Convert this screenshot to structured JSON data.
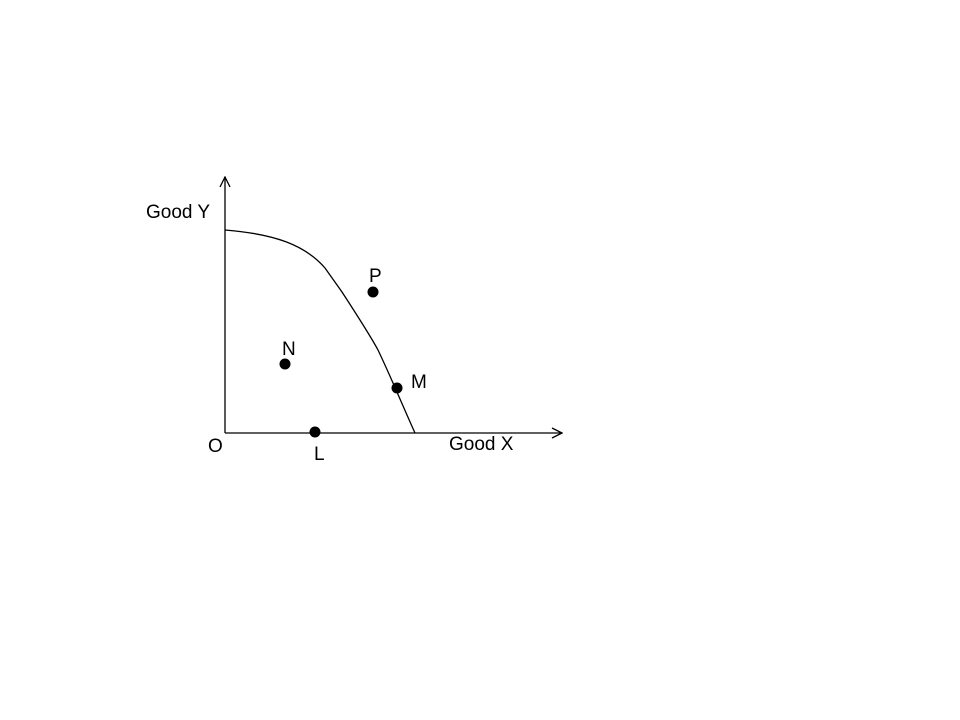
{
  "diagram": {
    "y_axis_label": "Good Y",
    "x_axis_label": "Good X",
    "origin_label": "O",
    "points": [
      {
        "id": "P",
        "label": "P"
      },
      {
        "id": "N",
        "label": "N"
      },
      {
        "id": "M",
        "label": "M"
      },
      {
        "id": "L",
        "label": "L"
      }
    ],
    "colors": {
      "line": "#000000",
      "point": "#000000",
      "background": "#ffffff"
    }
  }
}
